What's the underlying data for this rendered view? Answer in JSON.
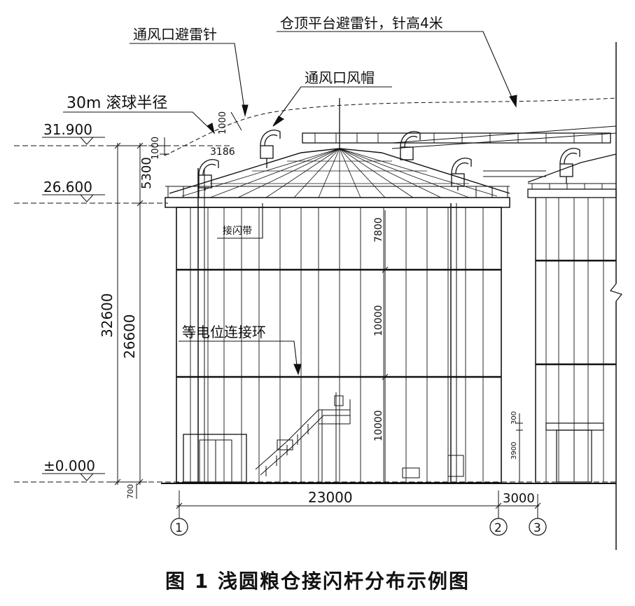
{
  "annotations": {
    "vent_rod": "通风口避雷针",
    "platform_rod": "仓顶平台避雷针，针高4米",
    "vent_cap": "通风口风帽",
    "ball_radius": "30m 滚球半径",
    "down_conductor": "接闪带",
    "equipotential_ring": "等电位连接环"
  },
  "elevations": {
    "top": "31.900",
    "eave": "26.600",
    "ground": "±0.000"
  },
  "dimensions": {
    "d1000_a": "1000",
    "d1000_b": "1000",
    "d3186": "3186",
    "d5300": "5300",
    "d32600": "32600",
    "d26600": "26600",
    "d700": "700",
    "d7800": "7800",
    "d10000_a": "10000",
    "d10000_b": "10000",
    "d300": "300",
    "d3900": "3900",
    "d23000": "23000",
    "d3000": "3000"
  },
  "axes": [
    "1",
    "2",
    "3"
  ],
  "caption": "图 1    浅圆粮仓接闪杆分布示例图"
}
